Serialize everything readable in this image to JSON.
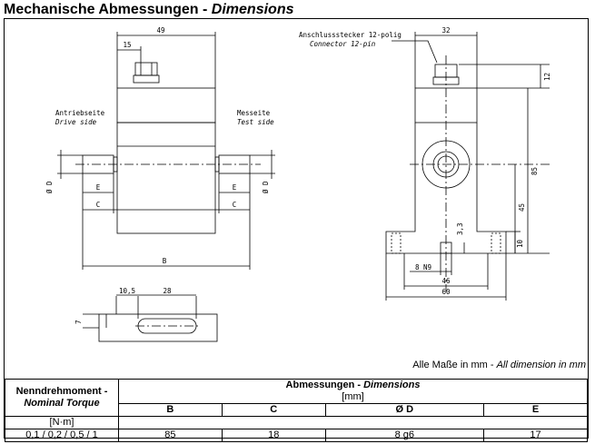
{
  "title": {
    "main": "Mechanische Abmessungen - ",
    "italic": "Dimensions"
  },
  "drawing": {
    "left_view": {
      "dim_top": "49",
      "dim_inner": "15",
      "drive_side_de": "Antriebseite",
      "drive_side_en": "Drive side",
      "test_side_de": "Messeite",
      "test_side_en": "Test side",
      "dim_bottom": "B",
      "dim_e": "E",
      "dim_c": "C",
      "dim_d": "Ø D"
    },
    "right_view": {
      "connector_de": "Anschlussstecker 12-polig",
      "connector_en": "Connector 12-pin",
      "dim_top": "32",
      "dim_12": "12",
      "dim_85": "85",
      "dim_45": "45",
      "dim_33": "3,3",
      "dim_10": "10",
      "dim_n9": "8 N9",
      "dim_46": "46",
      "dim_60": "60"
    },
    "key_view": {
      "dim_105": "10,5",
      "dim_28": "28",
      "dim_7": "7"
    }
  },
  "note": {
    "de": "Alle Maße in mm - ",
    "en": "All dimension in mm"
  },
  "table": {
    "col1_de": "Nenndrehmoment -",
    "col1_en": "Nominal Torque",
    "col1_unit": "[N·m]",
    "group_de": "Abmessungen - ",
    "group_en": "Dimensions",
    "group_unit": "[mm]",
    "headers": [
      "B",
      "C",
      "Ø D",
      "E"
    ],
    "row": {
      "torque": "0,1 / 0,2 / 0,5 / 1",
      "values": [
        "85",
        "18",
        "8 g6",
        "17"
      ]
    }
  }
}
